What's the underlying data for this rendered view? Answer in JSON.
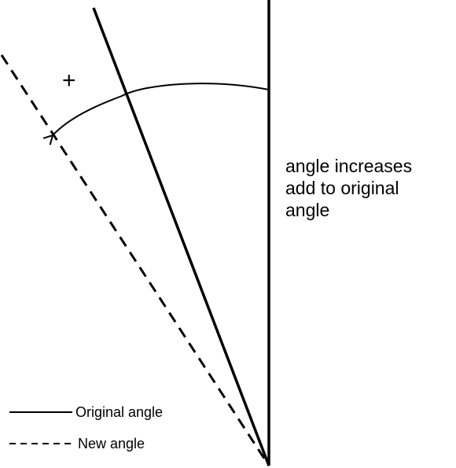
{
  "annotation": {
    "lines": [
      "angle increases",
      "add to original",
      "angle"
    ]
  },
  "sign": "+",
  "legend": {
    "original_label": "Original angle",
    "new_label": "New angle"
  },
  "colors": {
    "stroke": "#000000",
    "background": "#ffffff"
  }
}
